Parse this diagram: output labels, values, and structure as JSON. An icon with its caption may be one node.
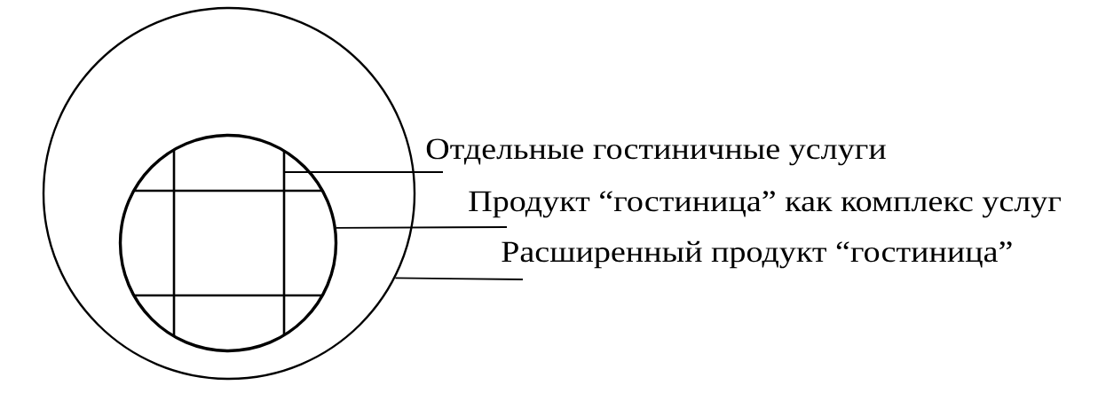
{
  "diagram": {
    "nodes": [
      {
        "text": [],
        "shape": "circle"
      },
      {
        "text": [],
        "shape": "circle",
        "in": 0
      },
      {
        "text": [
          "Отдельные гостиничные услуги"
        ]
      },
      {
        "text": [
          "Продукт “гостиница” как комплекс услуг"
        ]
      },
      {
        "text": [
          "Расширенный продукт “гостиница”"
        ]
      }
    ],
    "edges": [
      {
        "from": 2,
        "to": 1,
        "arrow": "none"
      },
      {
        "from": 3,
        "to": 1,
        "arrow": "none"
      },
      {
        "from": 4,
        "to": 0,
        "arrow": "none"
      }
    ]
  }
}
